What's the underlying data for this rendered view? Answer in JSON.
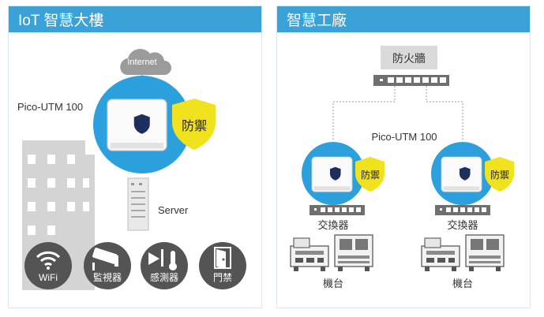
{
  "left": {
    "title": "IoT 智慧大樓",
    "cloud_label": "Internet",
    "device_label": "Pico-UTM 100",
    "shield_label": "防禦",
    "server_label": "Server",
    "icons": [
      {
        "label": "WiFi",
        "icon": "wifi-icon"
      },
      {
        "label": "監視器",
        "icon": "cctv-icon"
      },
      {
        "label": "感測器",
        "icon": "sensor-icon"
      },
      {
        "label": "門禁",
        "icon": "door-icon"
      }
    ]
  },
  "right": {
    "title": "智慧工廠",
    "firewall_label": "防火牆",
    "device_label": "Pico-UTM 100",
    "shield_label_left": "防禦",
    "shield_label_right": "防禦",
    "switch_label_left": "交換器",
    "switch_label_right": "交換器",
    "machine_label_left": "機台",
    "machine_label_right": "機台"
  },
  "colors": {
    "header": "#3aa2d6",
    "circle": "#2ca0dc",
    "shield": "#f1e21e",
    "icon_circle": "#545454",
    "building": "#d4d4d4"
  }
}
